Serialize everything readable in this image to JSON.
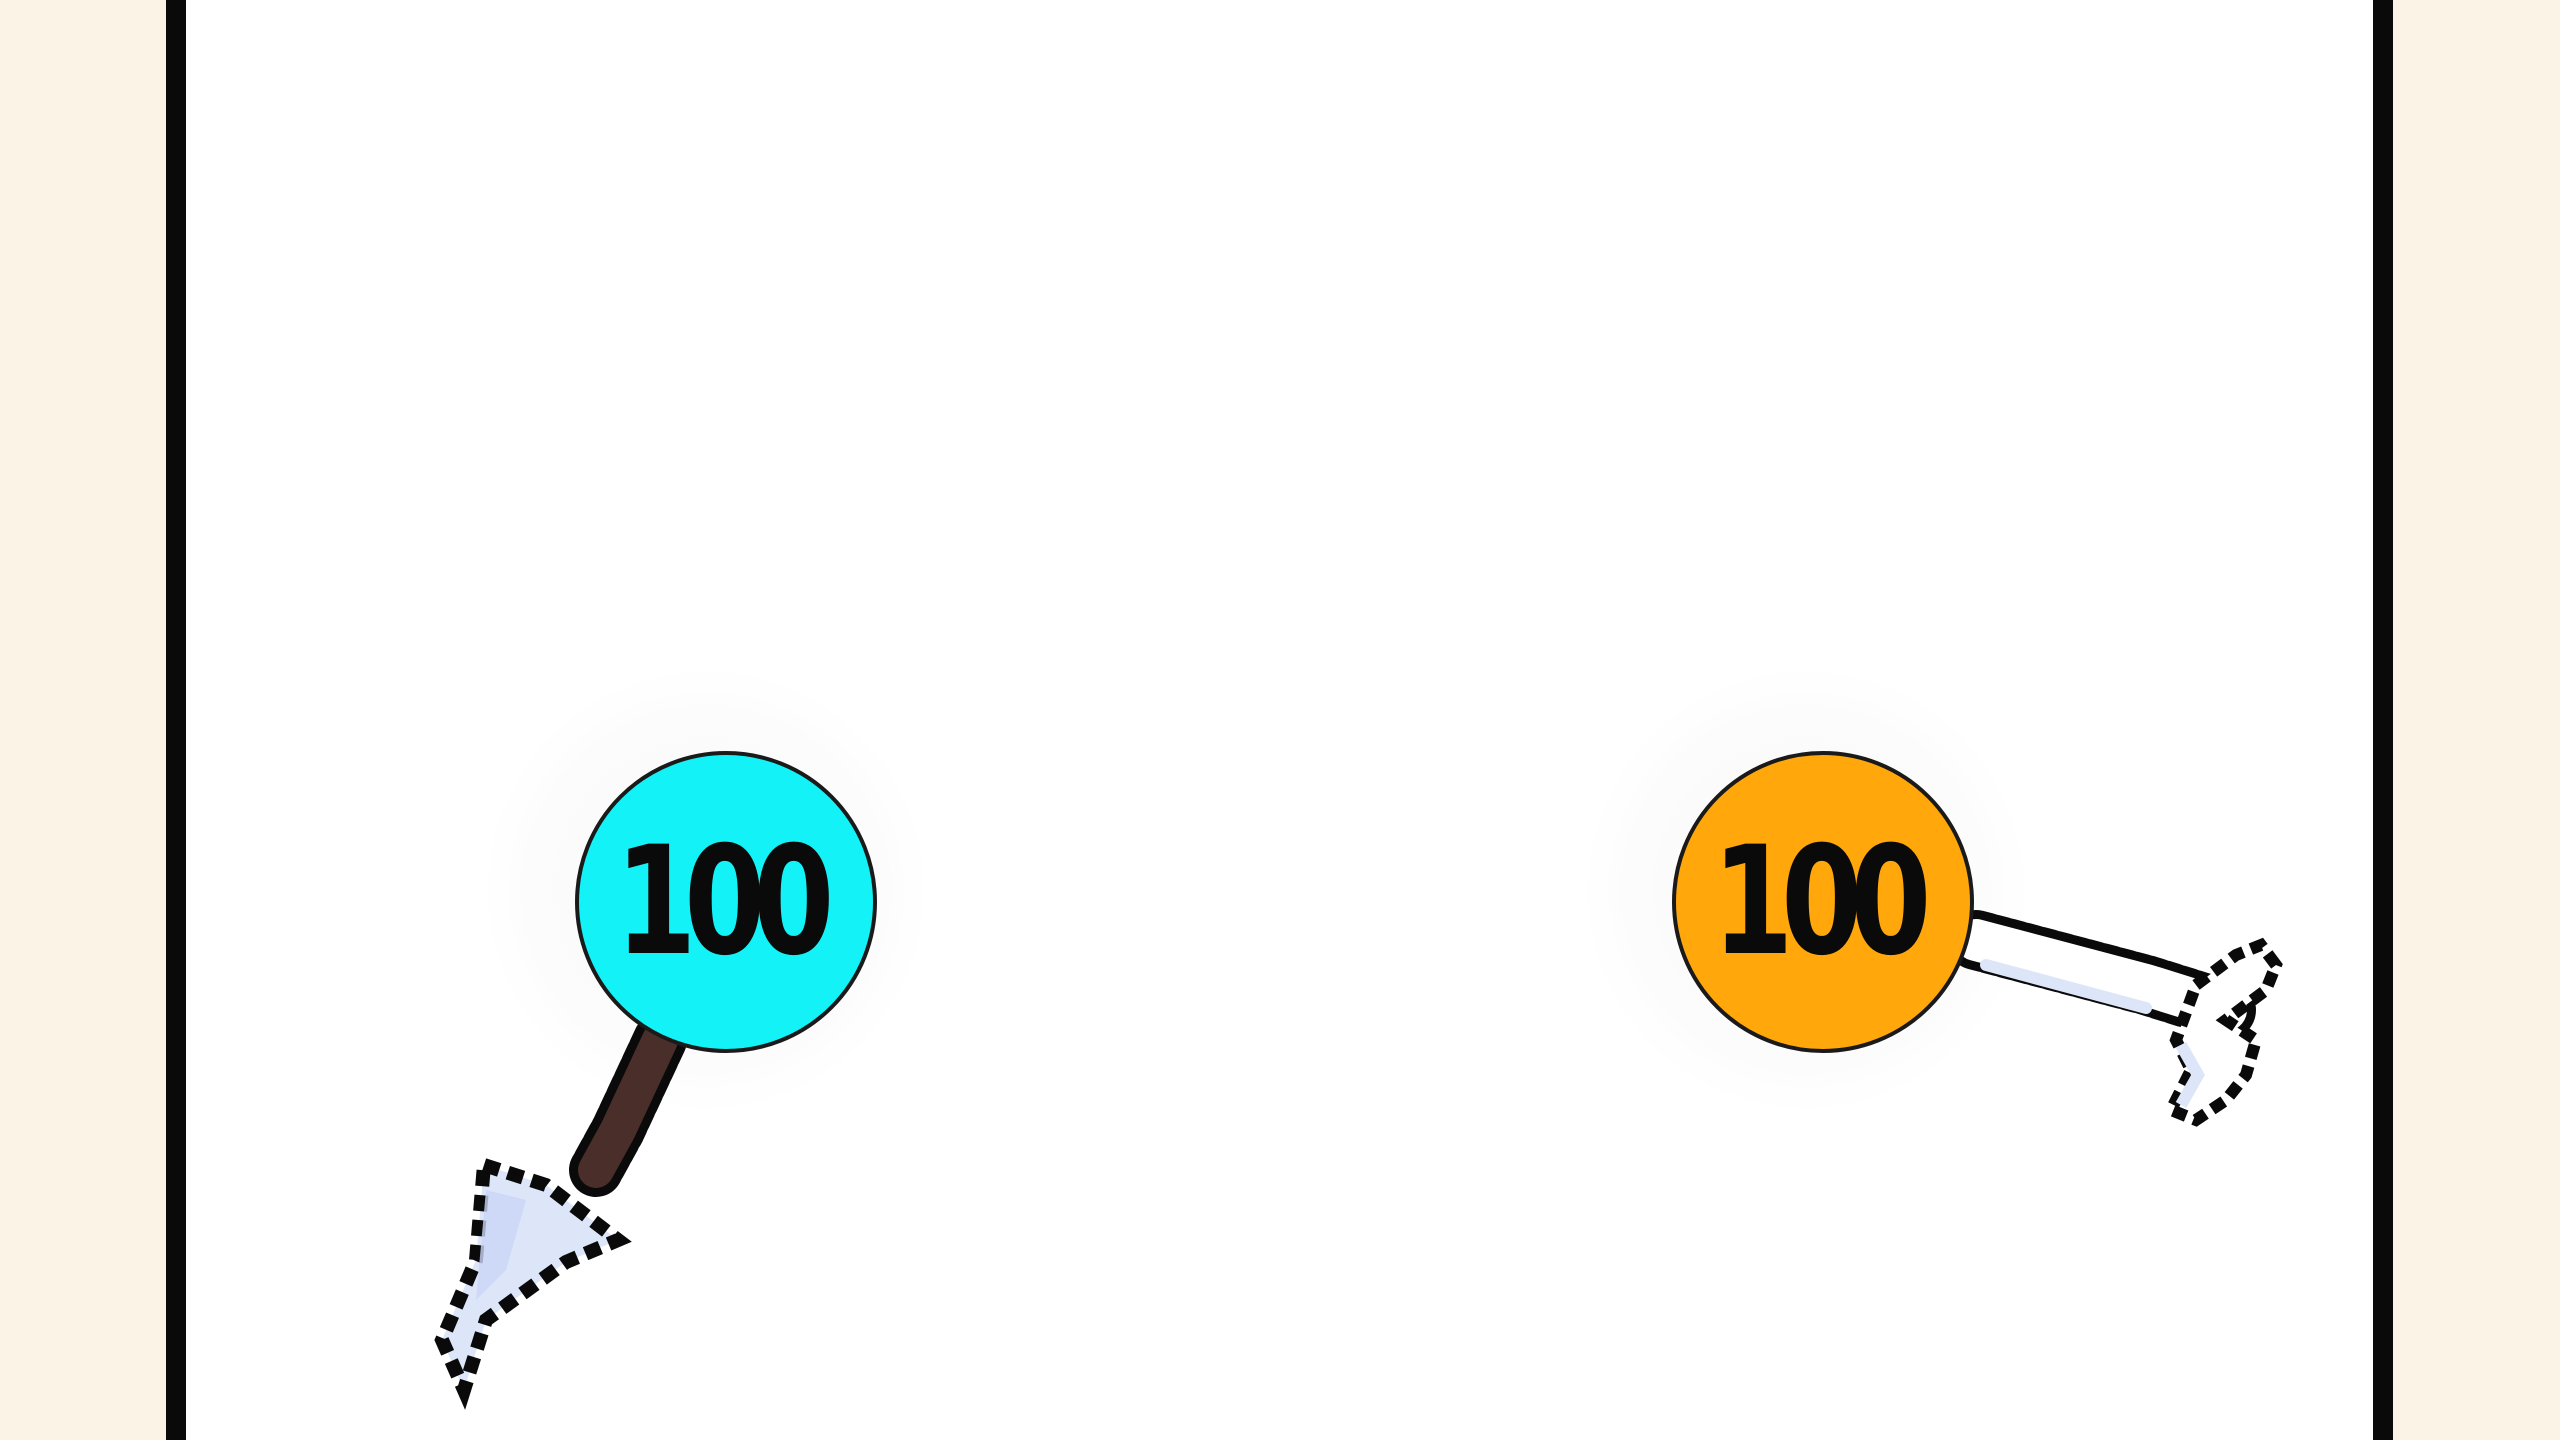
{
  "colors": {
    "page_bg": "#FBF4E6",
    "arena_bg": "#FFFFFF",
    "arena_border": "#0A0A0A",
    "text": "#0A0A0A"
  },
  "units": [
    {
      "id": "cyan",
      "hp": "100",
      "color": "#13F2F7",
      "weapon": "spear-icon",
      "weapon_shaft_color": "#4A2E2A",
      "weapon_blade_color": "#DCE6F8"
    },
    {
      "id": "orange",
      "hp": "100",
      "color": "#FFA70B",
      "weapon": "double-axe-icon",
      "weapon_shaft_color": "#FFFFFF",
      "weapon_blade_color": "#DCE6F8"
    }
  ]
}
